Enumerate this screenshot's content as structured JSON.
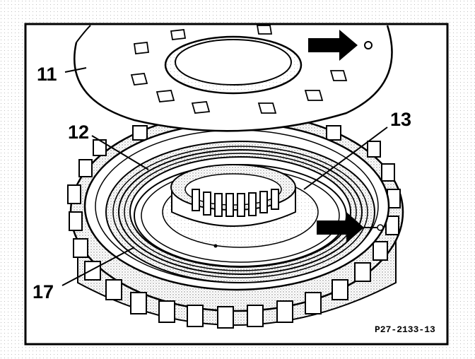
{
  "figure": {
    "callouts": [
      {
        "id": "11",
        "label": "11"
      },
      {
        "id": "12",
        "label": "12"
      },
      {
        "id": "13",
        "label": "13"
      },
      {
        "id": "17",
        "label": "17"
      }
    ],
    "figure_code": "P27-2133-13"
  },
  "colors": {
    "line": "#000000",
    "paper": "#ffffff",
    "shade": "#9a9a9a"
  }
}
